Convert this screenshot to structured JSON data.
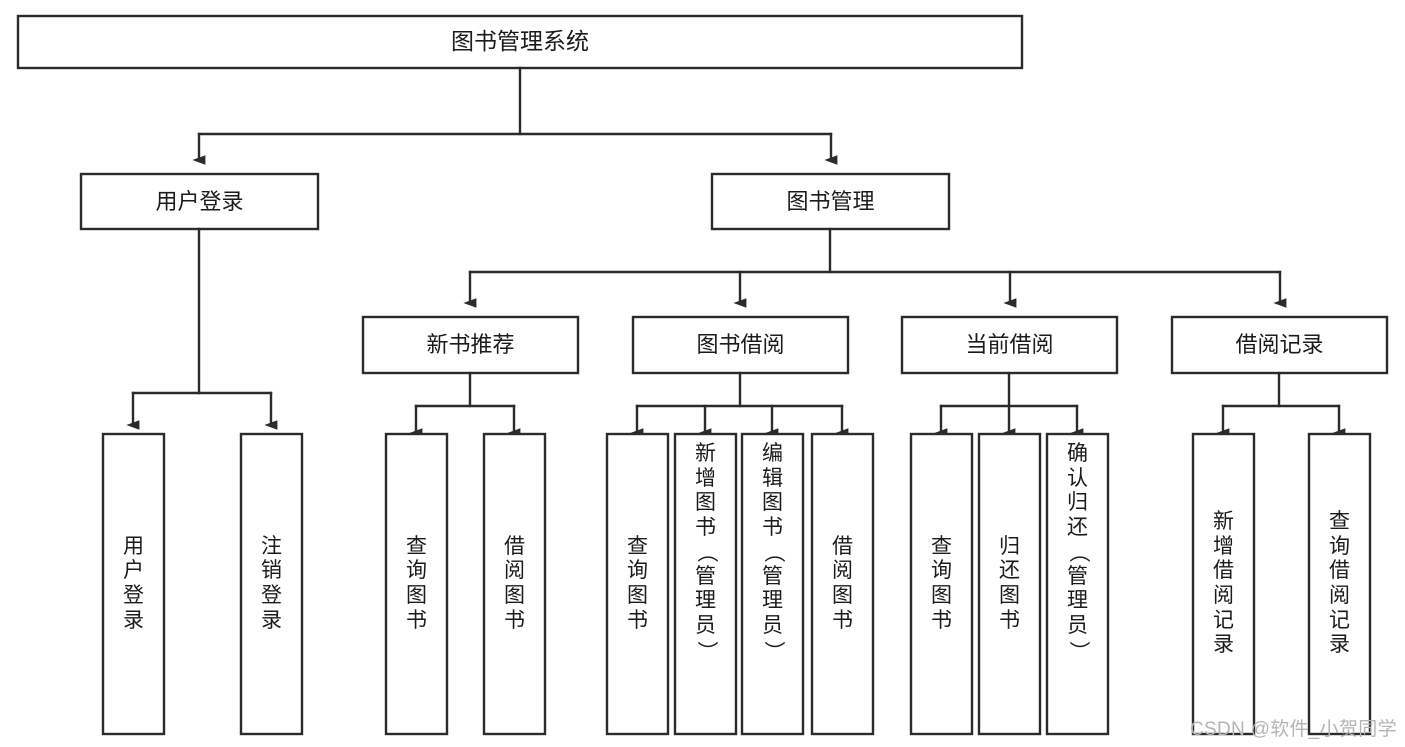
{
  "diagram": {
    "type": "tree-hierarchy",
    "title": "图书管理系统",
    "background_color": "#ffffff",
    "line_color": "#2b2b2b",
    "box_fill": "#ffffff",
    "text_color": "#1b1b1b",
    "root": {
      "label": "图书管理系统",
      "orientation": "horizontal"
    },
    "level2": [
      {
        "label": "用户登录",
        "orientation": "horizontal"
      },
      {
        "label": "图书管理",
        "orientation": "horizontal"
      }
    ],
    "level3": [
      {
        "label": "新书推荐",
        "orientation": "horizontal",
        "parent": "图书管理"
      },
      {
        "label": "图书借阅",
        "orientation": "horizontal",
        "parent": "图书管理"
      },
      {
        "label": "当前借阅",
        "orientation": "horizontal",
        "parent": "图书管理"
      },
      {
        "label": "借阅记录",
        "orientation": "horizontal",
        "parent": "图书管理"
      }
    ],
    "leaves": [
      {
        "label": "用户登录",
        "parent": "用户登录",
        "orientation": "vertical"
      },
      {
        "label": "注销登录",
        "parent": "用户登录",
        "orientation": "vertical"
      },
      {
        "label": "查询图书",
        "parent": "新书推荐",
        "orientation": "vertical"
      },
      {
        "label": "借阅图书",
        "parent": "新书推荐",
        "orientation": "vertical"
      },
      {
        "label": "查询图书",
        "parent": "图书借阅",
        "orientation": "vertical"
      },
      {
        "label": "新增图书（管理员）",
        "parent": "图书借阅",
        "orientation": "vertical"
      },
      {
        "label": "编辑图书（管理员）",
        "parent": "图书借阅",
        "orientation": "vertical"
      },
      {
        "label": "借阅图书",
        "parent": "图书借阅",
        "orientation": "vertical"
      },
      {
        "label": "查询图书",
        "parent": "当前借阅",
        "orientation": "vertical"
      },
      {
        "label": "归还图书",
        "parent": "当前借阅",
        "orientation": "vertical"
      },
      {
        "label": "确认归还（管理员）",
        "parent": "当前借阅",
        "orientation": "vertical"
      },
      {
        "label": "新增借阅记录",
        "parent": "借阅记录",
        "orientation": "vertical"
      },
      {
        "label": "查询借阅记录",
        "parent": "借阅记录",
        "orientation": "vertical"
      }
    ]
  },
  "watermark": {
    "text": "CSDN @软件_小贺同学"
  }
}
